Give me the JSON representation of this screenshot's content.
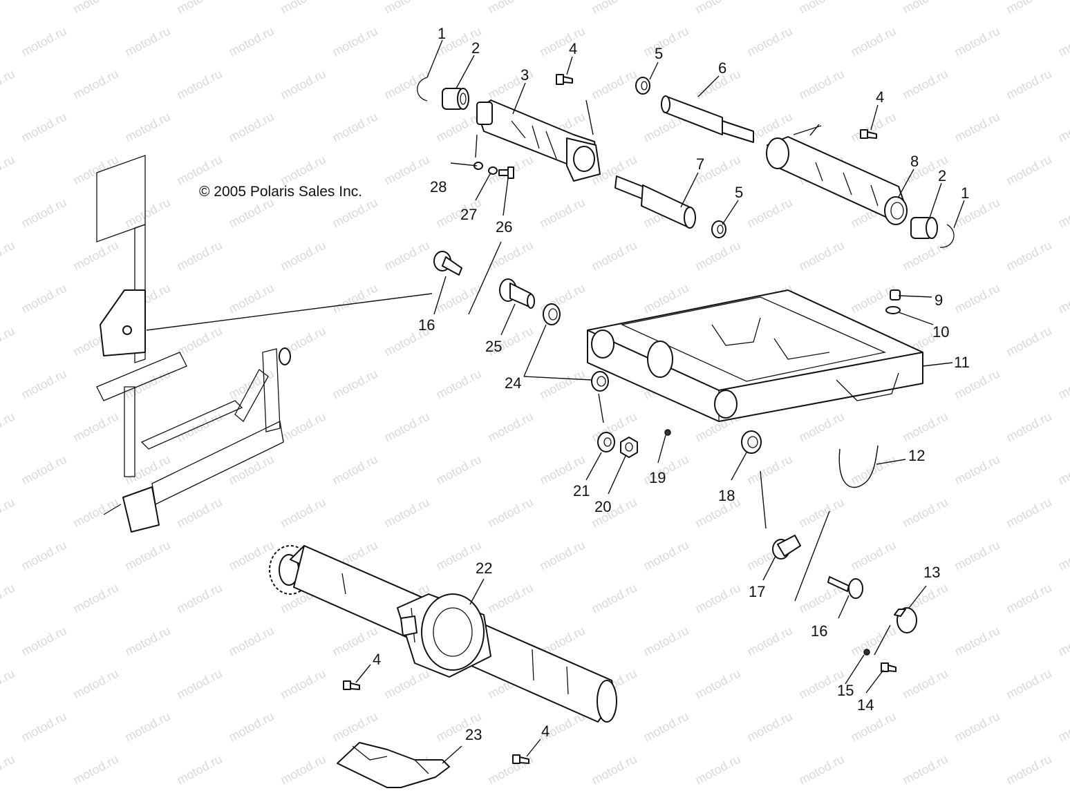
{
  "copyright": "© 2005 Polaris Sales Inc.",
  "watermark": "motod.ru",
  "callouts": [
    {
      "id": "c1a",
      "text": "1"
    },
    {
      "id": "c2a",
      "text": "2"
    },
    {
      "id": "c3",
      "text": "3"
    },
    {
      "id": "c4a",
      "text": "4"
    },
    {
      "id": "c5a",
      "text": "5"
    },
    {
      "id": "c6",
      "text": "6"
    },
    {
      "id": "c4b",
      "text": "4"
    },
    {
      "id": "c7",
      "text": "7"
    },
    {
      "id": "c5b",
      "text": "5"
    },
    {
      "id": "c8",
      "text": "8"
    },
    {
      "id": "c2b",
      "text": "2"
    },
    {
      "id": "c1b",
      "text": "1"
    },
    {
      "id": "c28",
      "text": "28"
    },
    {
      "id": "c27",
      "text": "27"
    },
    {
      "id": "c26",
      "text": "26"
    },
    {
      "id": "c9",
      "text": "9"
    },
    {
      "id": "c10",
      "text": "10"
    },
    {
      "id": "c11",
      "text": "11"
    },
    {
      "id": "c16a",
      "text": "16"
    },
    {
      "id": "c25",
      "text": "25"
    },
    {
      "id": "c24",
      "text": "24"
    },
    {
      "id": "c12",
      "text": "12"
    },
    {
      "id": "c21",
      "text": "21"
    },
    {
      "id": "c20",
      "text": "20"
    },
    {
      "id": "c19",
      "text": "19"
    },
    {
      "id": "c18",
      "text": "18"
    },
    {
      "id": "c22",
      "text": "22"
    },
    {
      "id": "c17",
      "text": "17"
    },
    {
      "id": "c13",
      "text": "13"
    },
    {
      "id": "c16b",
      "text": "16"
    },
    {
      "id": "c4c",
      "text": "4"
    },
    {
      "id": "c15",
      "text": "15"
    },
    {
      "id": "c14",
      "text": "14"
    },
    {
      "id": "c23",
      "text": "23"
    },
    {
      "id": "c4d",
      "text": "4"
    }
  ]
}
